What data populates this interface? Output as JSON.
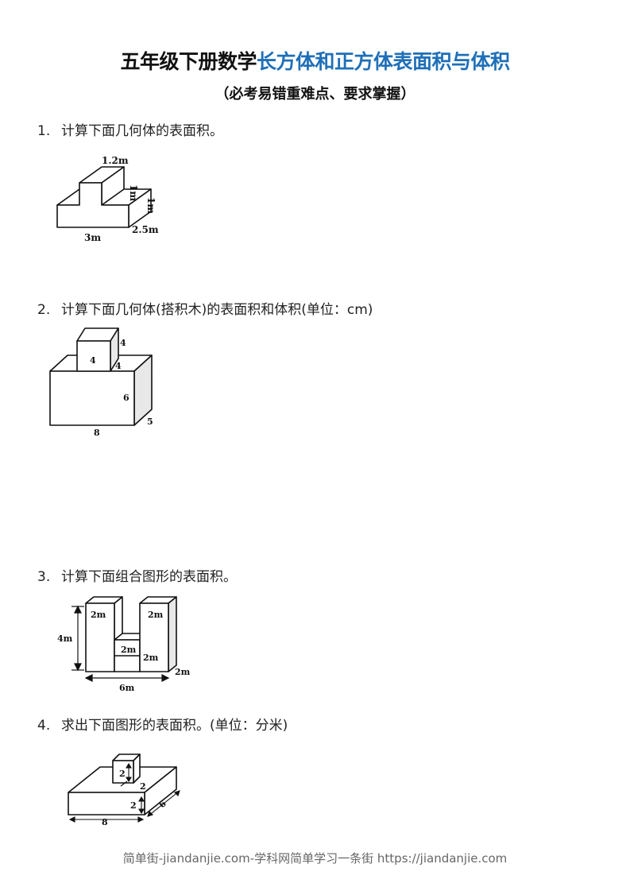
{
  "title": {
    "part1": "五年级下册数学",
    "part2": "长方体和正方体表面积与体积",
    "colors": {
      "black": "#111111",
      "blue": "#1f6fb8"
    }
  },
  "subtitle": "（必考易错重难点、要求掌握）",
  "questions": [
    {
      "number": "1.",
      "text": "计算下面几何体的表面积。",
      "figure_labels": {
        "top_width": "1.2m",
        "top_height": "1m",
        "base_height": "1m",
        "depth": "2.5m",
        "base_width": "3m"
      }
    },
    {
      "number": "2.",
      "text": "计算下面几何体(搭积木)的表面积和体积(单位：cm)",
      "figure_labels": {
        "cube_side": "4",
        "cube_front": "4",
        "cube_depth": "4",
        "box_height": "6",
        "box_depth": "5",
        "box_width": "8"
      }
    },
    {
      "number": "3.",
      "text": "计算下面组合图形的表面积。",
      "figure_labels": {
        "left_top": "2m",
        "right_top": "2m",
        "mid_top": "2m",
        "mid_front": "2m",
        "total_height": "4m",
        "total_width": "6m",
        "depth": "2m"
      }
    },
    {
      "number": "4.",
      "text": "求出下面图形的表面积。(单位：分米)",
      "figure_labels": {
        "cube_height": "2",
        "cube_depth": "2",
        "box_height": "2",
        "box_depth": "6",
        "box_width": "8"
      }
    }
  ],
  "footer": "简单街-jiandanjie.com-学科网简单学习一条街 https://jiandanjie.com"
}
